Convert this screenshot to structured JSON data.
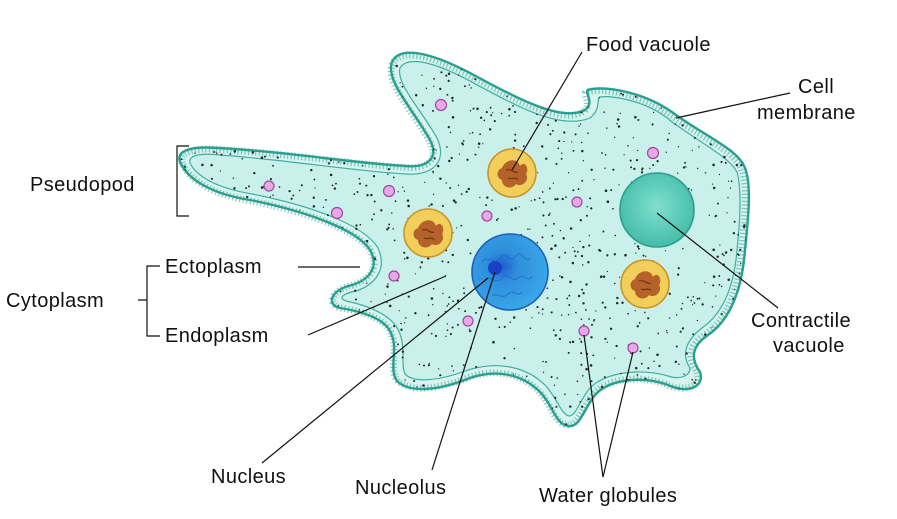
{
  "labels": {
    "food_vacuole": "Food vacuole",
    "cell": "Cell",
    "membrane": "membrane",
    "pseudopod": "Pseudopod",
    "ectoplasm": "Ectoplasm",
    "cytoplasm": "Cytoplasm",
    "endoplasm": "Endoplasm",
    "contractile": "Contractile",
    "vacuole": "vacuole",
    "nucleus": "Nucleus",
    "nucleolus": "Nucleolus",
    "water_globules": "Water globules"
  },
  "colors": {
    "cytoplasm_fill": "#c9f0ea",
    "outline": "#2a9f8f",
    "contractile_vacuole": "#5ccdb9",
    "nucleus": "#2f8fdc",
    "food_vacuole": "#f2cf5a",
    "food_particle": "#b4622a",
    "water_globule": "#e7a8e9"
  }
}
